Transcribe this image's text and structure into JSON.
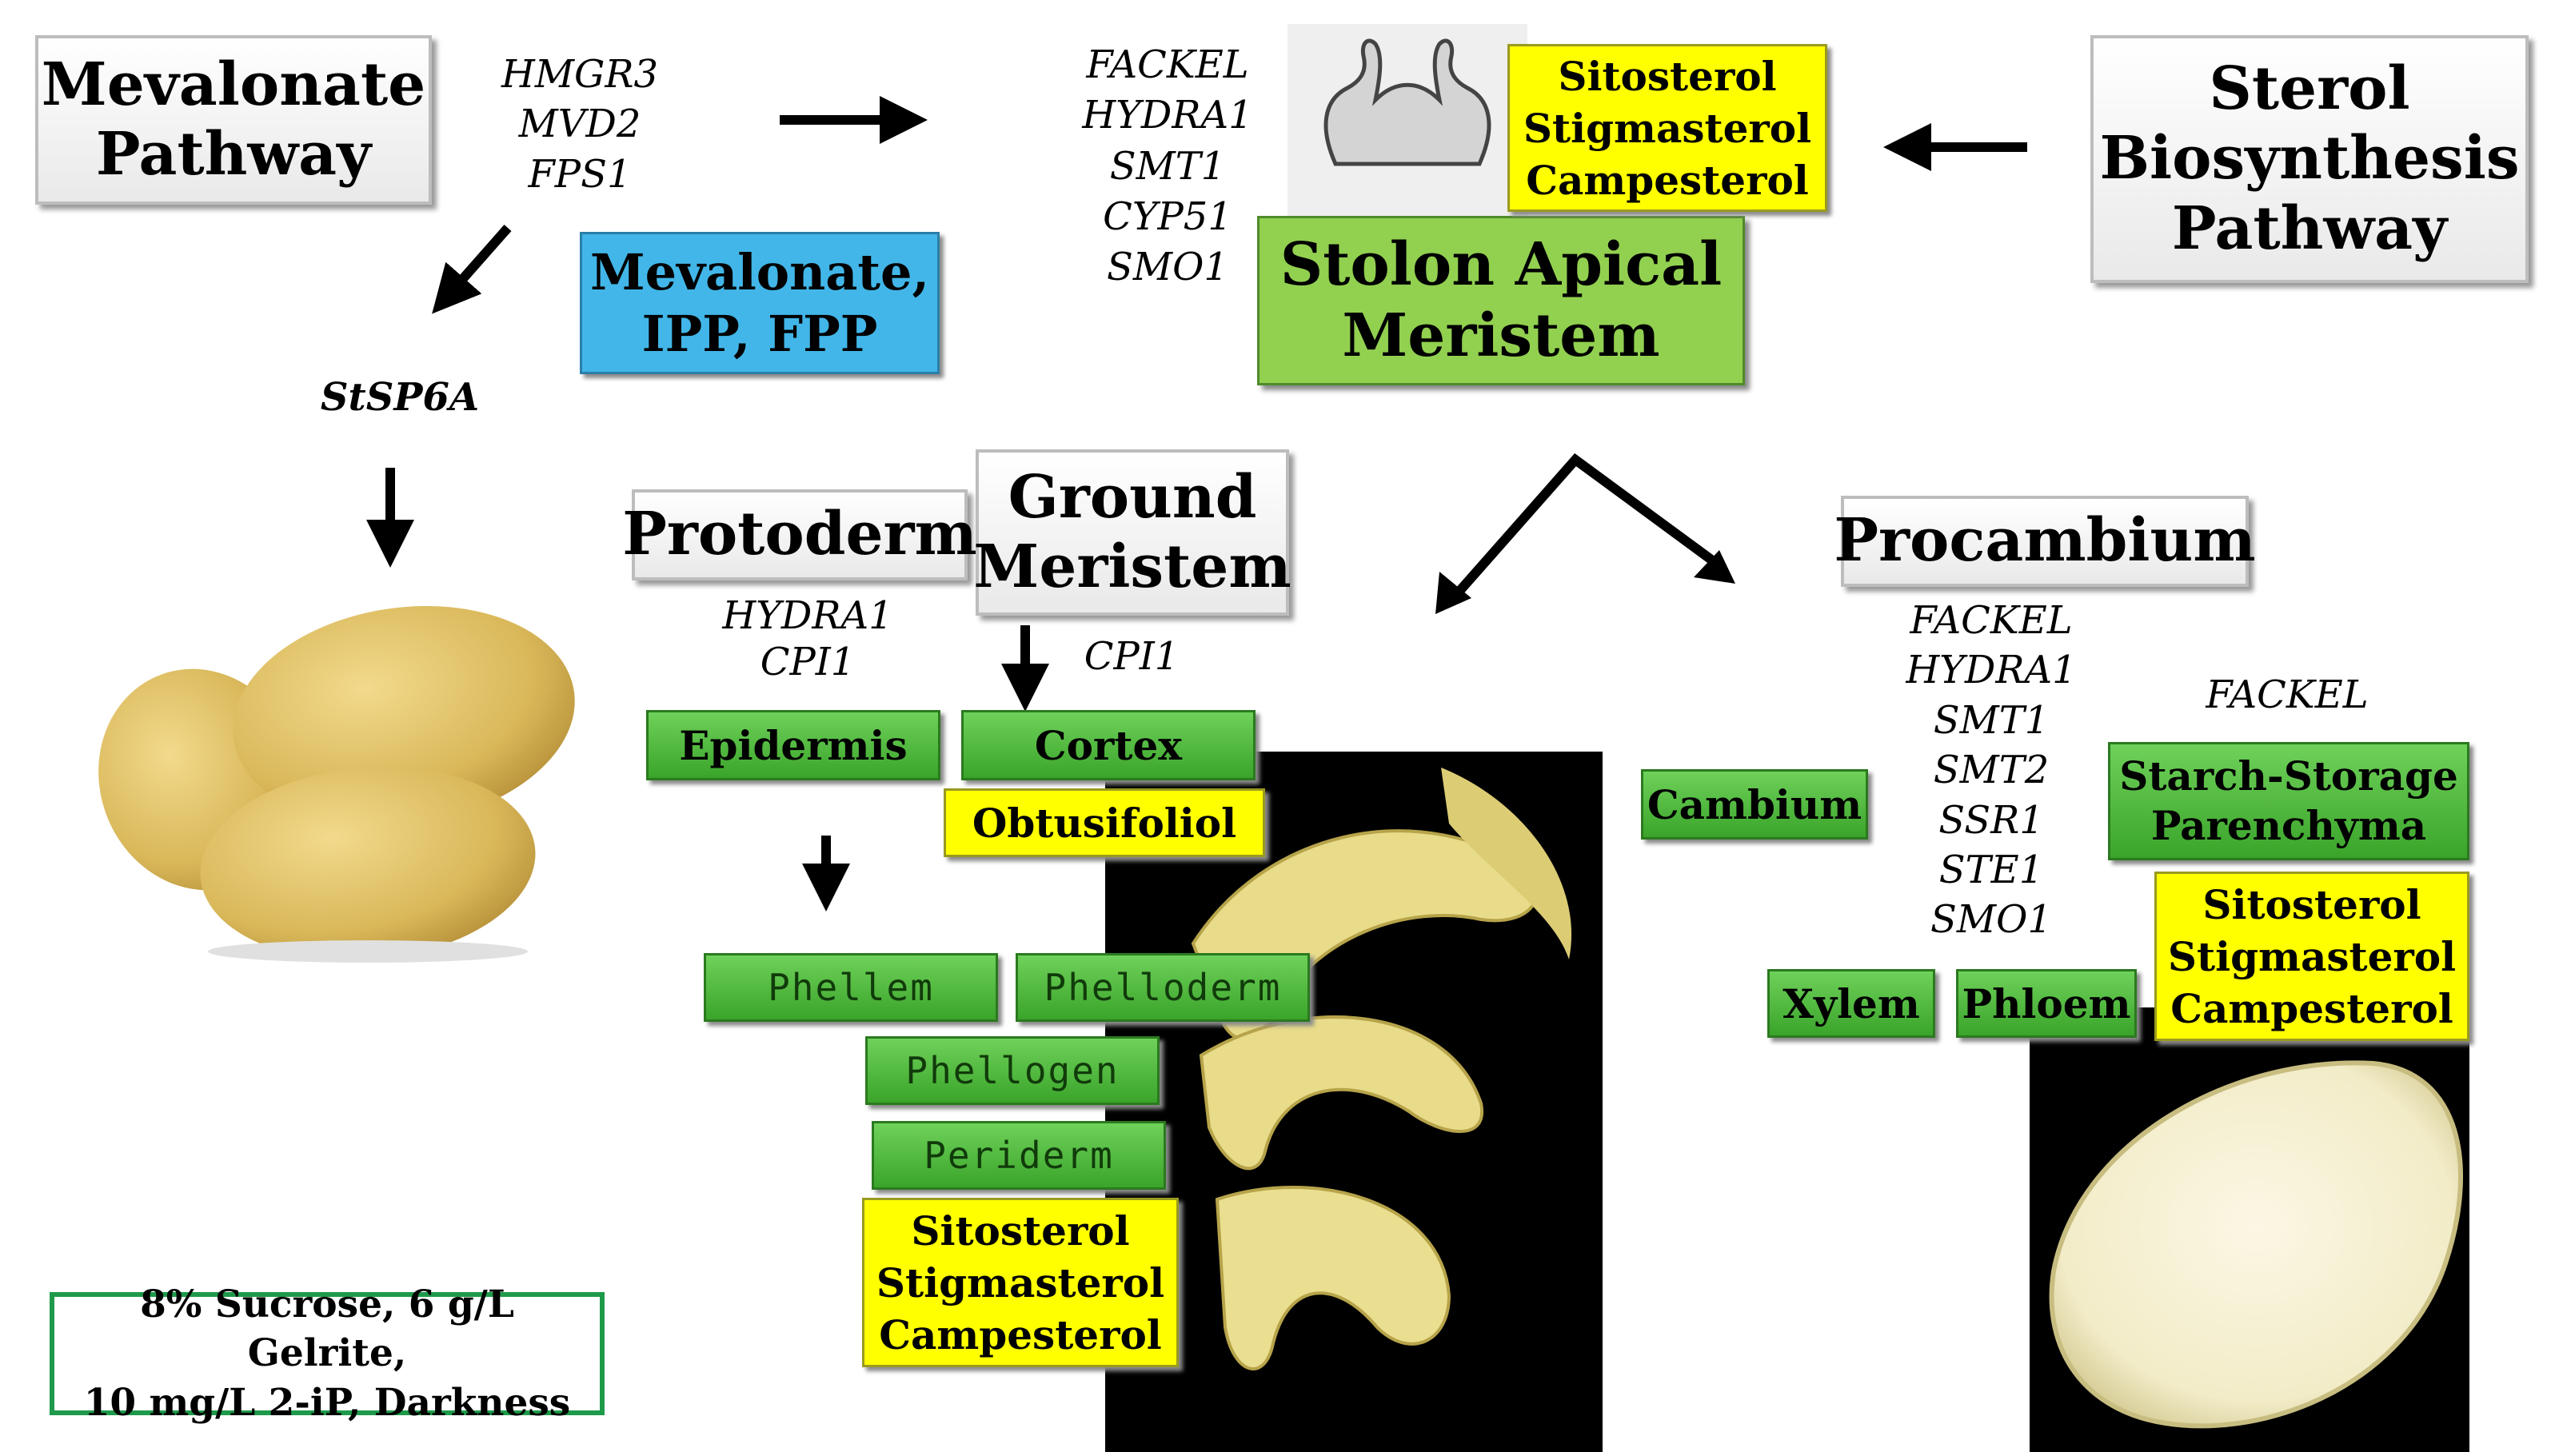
{
  "boxes": {
    "mevalonate_pathway": "Mevalonate\nPathway",
    "sterol_pathway": "Sterol\nBiosynthesis\nPathway",
    "mevalonate_ipp_fpp": "Mevalonate,\nIPP, FPP",
    "stolon_meristem": "Stolon Apical\nMeristem",
    "protoderm": "Protoderm",
    "ground_meristem": "Ground\nMeristem",
    "procambium": "Procambium",
    "epidermis": "Epidermis",
    "cortex": "Cortex",
    "cambium": "Cambium",
    "starch_parenchyma": "Starch-Storage\nParenchyma",
    "xylem": "Xylem",
    "phloem": "Phloem",
    "phellem": "Phellem",
    "phelloderm": "Phelloderm",
    "phellogen": "Phellogen",
    "periderm": "Periderm",
    "obtusifoliol": "Obtusifoliol",
    "sterols_top": "Sitosterol\nStigmasterol\nCampesterol",
    "sterols_periderm": "Sitosterol\nStigmasterol\nCampesterol",
    "sterols_parenchyma": "Sitosterol\nStigmasterol\nCampesterol",
    "conditions": "8% Sucrose, 6 g/L Gelrite,\n10 mg/L 2-iP, Darkness"
  },
  "genes": {
    "mevalonate": "HMGR3\nMVD2\nFPS1",
    "stsp6a": "StSP6A",
    "meristem": "FACKEL\nHYDRA1\nSMT1\nCYP51\nSMO1",
    "protoderm": "HYDRA1\nCPI1",
    "cortex": "CPI1",
    "procambium": "FACKEL\nHYDRA1\nSMT1\nSMT2\nSSR1\nSTE1\nSMO1",
    "parenchyma": "FACKEL"
  },
  "colors": {
    "green_box": "#3aa42a",
    "lime_box": "#92d050",
    "yellow_box": "#ffff00",
    "blue_box": "#42b6e8",
    "conditions_border": "#1e9a4a",
    "potato": "#d9b85a",
    "potato_flesh": "#f2ecc8"
  },
  "icons": {
    "meristem": "stolon-apex-icon",
    "tubers": "potato-tubers-image",
    "peel": "potato-peel-image",
    "tuber_section": "potato-cross-section-image"
  }
}
